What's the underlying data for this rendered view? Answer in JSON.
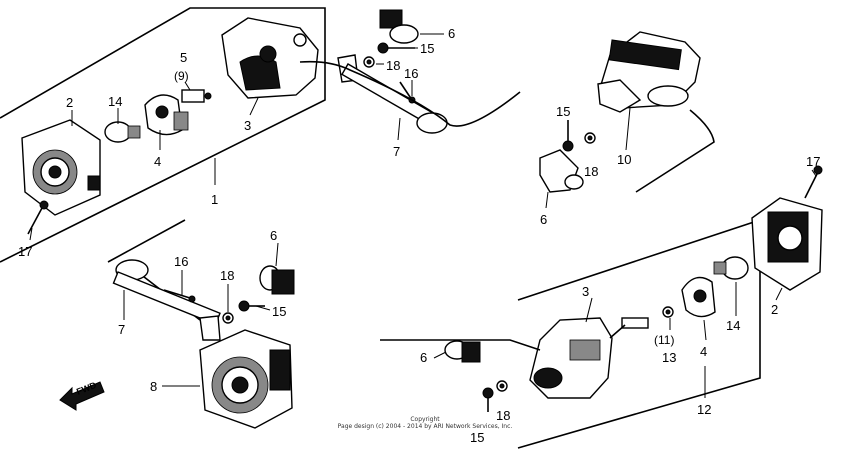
{
  "callouts": {
    "c1": "1",
    "c2a": "2",
    "c14a": "14",
    "c4a": "4",
    "c5": "5",
    "c9": "(9)",
    "c3a": "3",
    "c17a": "17",
    "c6a": "6",
    "c15a": "15",
    "c18a": "18",
    "c16a": "16",
    "c7a": "7",
    "c15b": "15",
    "c18b": "18",
    "c10": "10",
    "c6b": "6",
    "c17b": "17",
    "c2b": "2",
    "c14b": "14",
    "c4b": "4",
    "c11": "(11)",
    "c13": "13",
    "c3b": "3",
    "c12": "12",
    "c6c": "6",
    "c15c": "15",
    "c18c": "18",
    "c16b": "16",
    "c6d": "6",
    "c18d": "18",
    "c15d": "15",
    "c7b": "7",
    "c8": "8"
  },
  "direction_label": "FWD",
  "copyright": {
    "line1": "Copyright",
    "line2": "Page design (c) 2004 - 2014 by ARI Network Services, Inc."
  }
}
